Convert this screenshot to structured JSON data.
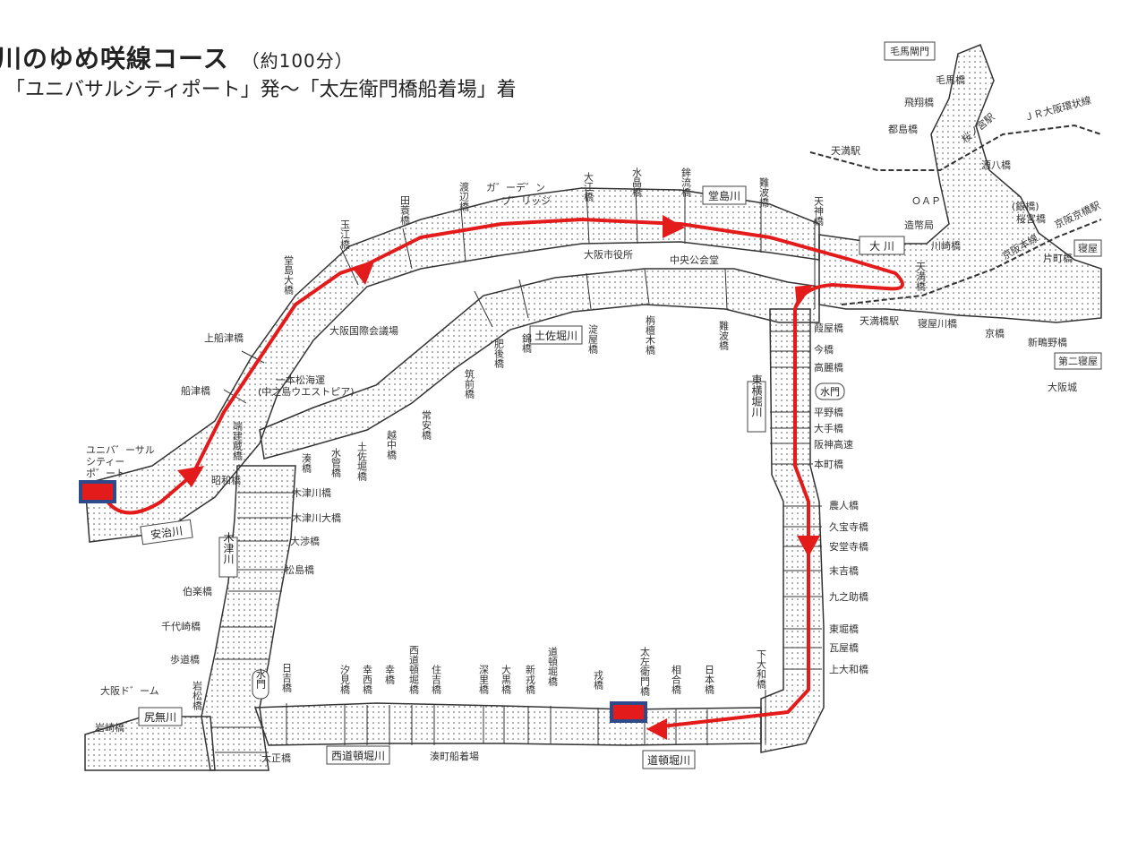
{
  "title": "川のゆめ咲線コース",
  "duration": "（約100分）",
  "subtitle": "「ユニバサルシティポート」発～「太左衛門橋船着場」着",
  "colors": {
    "route": "#e31b1b",
    "marker_fill": "#e31b1b",
    "marker_border": "#2f4a8a",
    "river_stroke": "#333333",
    "dots": "#555555"
  },
  "rivers": {
    "dojima": "堂島川",
    "tosabori": "土佐堀川",
    "okawa": "大 川",
    "higashiyokobori": "東横堀川",
    "dotonbori": "道頓堀川",
    "nishidotonbori": "西道頓堀川",
    "kizu": "木津川",
    "ajikawa": "安治川",
    "shirinashi": "尻無川"
  },
  "gates": {
    "east": "水門",
    "west": "水門"
  },
  "places": {
    "usp": "ユニバ゛ーサル シティー ポ゛ート",
    "kokusai": "大阪国際会議場",
    "honmatsu": "一本松海運",
    "nakanoshima": "(中之島ウエストピア)",
    "shiyakusho": "大阪市役所",
    "kokaido": "中央公会堂",
    "garden": "ガ゛ーデ゛ン ブ゛リッジ",
    "temma_st": "天満駅",
    "jr_loop": "ＪＲ大阪環状線",
    "sakuranomiya_st": "桜ノ宮駅",
    "oap": "ＯＡＰ",
    "zoheikyoku": "造幣局",
    "keihan": "京阪本線",
    "keihan2": "京阪京橋駅",
    "tenmabashi_st": "天満橋駅",
    "osakajo": "大阪城",
    "dome": "大阪ド゛ーム",
    "minatomachi": "湊町船着場",
    "kemakoumon": "毛馬閘門"
  },
  "bridges": {
    "gyokko": "玉江橋",
    "tamino": "田蓑橋",
    "watanabe": "渡辺橋",
    "oe": "大江橋",
    "suisho": "水晶橋",
    "horyu": "鉾流橋",
    "naniwa": "難波橋",
    "tenjin": "天神橋",
    "dojimaohashi": "堂島大橋",
    "kamifunatsu": "上船津橋",
    "funatsu": "船津橋",
    "hatakeshi": "端建蔵橋",
    "showa": "昭和橋",
    "minato": "湊橋",
    "mizushina": "水管橋",
    "tosabori_b": "土佐堀橋",
    "etchu": "越中橋",
    "joan": "常安橋",
    "chikuzen": "筑前橋",
    "higo": "肥後橋",
    "nishiki": "錦橋",
    "yodoya": "淀屋橋",
    "ennoki": "栴檀木橋",
    "naniwa2": "難波橋",
    "tenma": "天満橋",
    "kawasaki": "川崎橋",
    "sakuranomiya": "桜宮橋",
    "genpachi": "源八橋",
    "kema": "毛馬橋",
    "hisho": "飛翔橋",
    "miyakojima": "都島橋",
    "katamachi": "片町橋",
    "kyo": "京橋",
    "shinkyono": "新鴫野橋",
    "daini_neya": "第二寝屋",
    "neyagawa": "寝屋川橋",
    "neya": "寝屋",
    "sakuranomiya_label": "(銀橋)",
    "kaorai": "葭屋橋",
    "ima": "今橋",
    "koraі": "高麗橋",
    "heino": "平野橋",
    "ote": "大手橋",
    "hanshin": "阪神高速",
    "honmachi": "本町橋",
    "noujin": "農人橋",
    "kyuhoji": "久宝寺橋",
    "andoji": "安堂寺橋",
    "sueyoshi": "末吉橋",
    "kyunosuke": "九之助橋",
    "higashibori": "東堀橋",
    "kawaraya": "瓦屋橋",
    "kamiowa": "上大和橋",
    "shimowa": "下大和橋",
    "nippon": "日本橋",
    "aioi": "相合橋",
    "tazaemon": "太左衛門橋",
    "ebisu": "戎橋",
    "dotonbori_b": "道頓堀橋",
    "shinebisu": "新戎橋",
    "daikoku": "大黒橋",
    "fukari": "深里橋",
    "sumiyoshi": "住吉橋",
    "nishidoton_b": "西道頓堀橋",
    "saiwai": "幸橋",
    "saisai": "幸西橋",
    "shiomi": "汐見橋",
    "hiyoshi": "日吉橋",
    "taisho": "大正橋",
    "iwamatsu": "岩松橋",
    "iwasaki": "岩崎橋",
    "ayumi": "歩道橋",
    "chiyosaki": "千代崎橋",
    "hakuraku": "伯楽橋",
    "matsushima": "松島橋",
    "bansho": "大渉橋",
    "kizugawaohashi": "木津川大橋",
    "kizugawa_b": "木津川橋"
  }
}
